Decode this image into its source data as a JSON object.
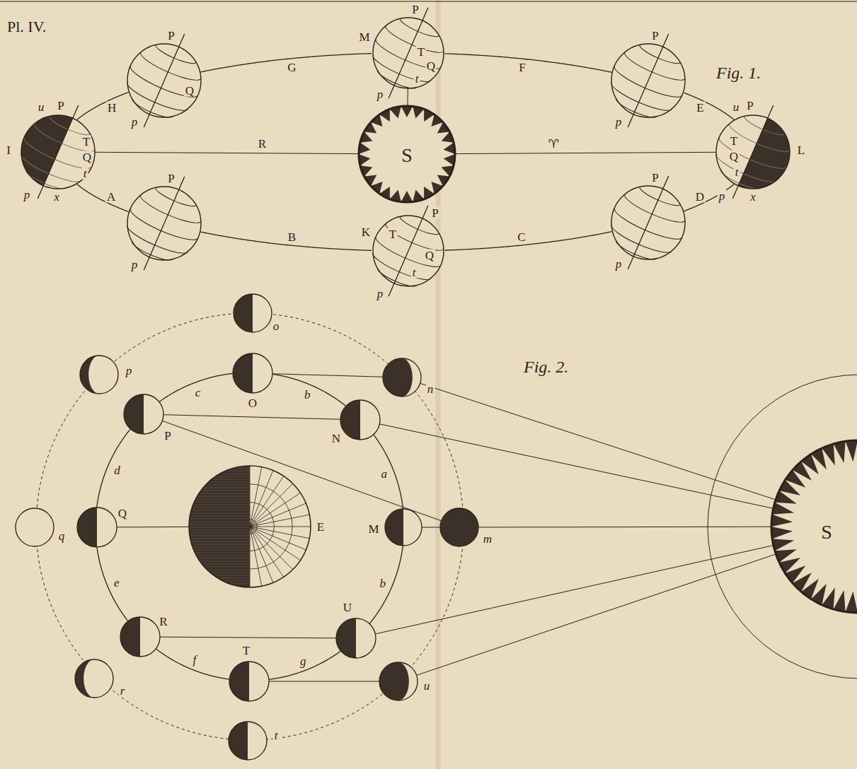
{
  "diagram": {
    "nodes": [
      {
        "text": [
          "I",
          "u",
          "P",
          "T",
          "Q",
          "t",
          "p",
          "x"
        ]
      },
      {
        "text": [
          "P",
          "Q",
          "p"
        ]
      },
      {
        "text": [
          "M",
          "P",
          "T",
          "Q",
          "t",
          "p"
        ]
      },
      {
        "text": [
          "P",
          "p"
        ]
      },
      {
        "text": [
          "S"
        ]
      },
      {
        "text": [
          "L",
          "u",
          "P",
          "T",
          "Q",
          "t",
          "p",
          "x"
        ]
      },
      {
        "text": [
          "P",
          "p"
        ]
      },
      {
        "text": [
          "K",
          "P",
          "T",
          "Q",
          "t",
          "p"
        ]
      },
      {
        "text": [
          "P",
          "p"
        ]
      },
      {
        "text": [
          "o"
        ]
      },
      {
        "text": [
          "p"
        ]
      },
      {
        "text": [
          "O"
        ]
      },
      {
        "text": [
          "n"
        ]
      },
      {
        "text": [
          "P"
        ]
      },
      {
        "text": [
          "N"
        ]
      },
      {
        "text": [
          "E"
        ]
      },
      {
        "text": [
          "q"
        ]
      },
      {
        "text": [
          "Q"
        ]
      },
      {
        "text": [
          "M"
        ]
      },
      {
        "text": [
          "m"
        ]
      },
      {
        "text": [
          "S"
        ]
      },
      {
        "text": [
          "R"
        ]
      },
      {
        "text": [
          "U"
        ]
      },
      {
        "text": [
          "r"
        ]
      },
      {
        "text": [
          "u"
        ]
      },
      {
        "text": [
          "T"
        ]
      },
      {
        "text": [
          "t"
        ]
      }
    ],
    "edges": [
      {
        "from": 0,
        "to": 1,
        "arrow": "none",
        "label": "H"
      },
      {
        "from": 1,
        "to": 2,
        "arrow": "none",
        "label": "G"
      },
      {
        "from": 2,
        "to": 3,
        "arrow": "none",
        "label": "F"
      },
      {
        "from": 3,
        "to": 5,
        "arrow": "none",
        "label": "E"
      },
      {
        "from": 5,
        "to": 8,
        "arrow": "none",
        "label": "D"
      },
      {
        "from": 8,
        "to": 7,
        "arrow": "none",
        "label": "C"
      },
      {
        "from": 7,
        "to": 6,
        "arrow": "none",
        "label": "B"
      },
      {
        "from": 6,
        "to": 0,
        "arrow": "none",
        "label": "A"
      },
      {
        "from": 0,
        "to": 4,
        "arrow": "none",
        "label": "R"
      },
      {
        "from": 4,
        "to": 5,
        "arrow": "none",
        "label": "♈"
      },
      {
        "from": 2,
        "to": 4,
        "arrow": "none"
      },
      {
        "from": 11,
        "to": 14,
        "arrow": "none",
        "label": "b"
      },
      {
        "from": 14,
        "to": 18,
        "arrow": "none",
        "label": "a"
      },
      {
        "from": 18,
        "to": 22,
        "arrow": "none",
        "label": "b"
      },
      {
        "from": 22,
        "to": 25,
        "arrow": "none",
        "label": "g"
      },
      {
        "from": 25,
        "to": 21,
        "arrow": "none",
        "label": "f"
      },
      {
        "from": 21,
        "to": 17,
        "arrow": "none",
        "label": "e"
      },
      {
        "from": 17,
        "to": 13,
        "arrow": "none",
        "label": "d"
      },
      {
        "from": 13,
        "to": 11,
        "arrow": "none",
        "label": "c"
      },
      {
        "from": 11,
        "to": 12,
        "arrow": "none"
      },
      {
        "from": 13,
        "to": 14,
        "arrow": "none"
      },
      {
        "from": 13,
        "to": 19,
        "arrow": "none"
      },
      {
        "from": 21,
        "to": 22,
        "arrow": "none"
      },
      {
        "from": 25,
        "to": 24,
        "arrow": "none"
      },
      {
        "from": 18,
        "to": 19,
        "arrow": "none"
      },
      {
        "from": 17,
        "to": 15,
        "arrow": "none"
      },
      {
        "from": 20,
        "to": 12,
        "arrow": "none"
      },
      {
        "from": 20,
        "to": 14,
        "arrow": "none"
      },
      {
        "from": 20,
        "to": 19,
        "arrow": "none"
      },
      {
        "from": 20,
        "to": 22,
        "arrow": "none"
      },
      {
        "from": 20,
        "to": 24,
        "arrow": "none"
      }
    ],
    "labels": [
      "Pl. IV.",
      "Fig. 1.",
      "Fig. 2."
    ]
  }
}
